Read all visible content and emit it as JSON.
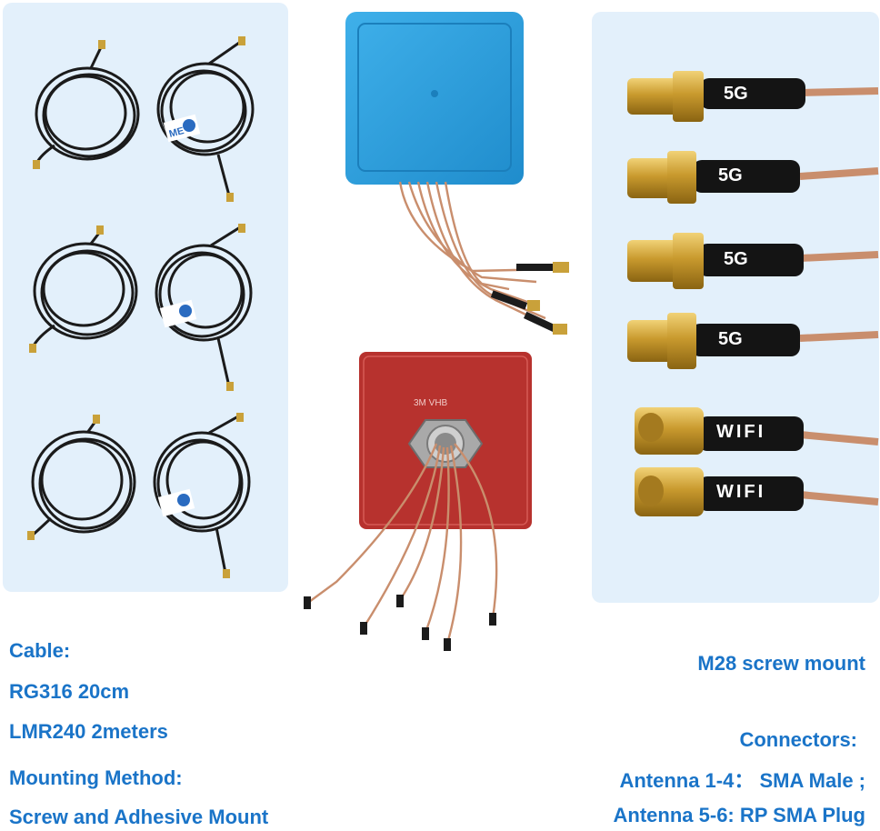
{
  "left_labels": {
    "cable_heading": "Cable:",
    "cable_rg316": "RG316 20cm",
    "cable_lmr240": "LMR240 2meters",
    "mounting_heading": "Mounting Method:",
    "mounting_value": "Screw and Adhesive Mount"
  },
  "right_labels": {
    "screw_mount": "M28 screw mount",
    "connectors_heading": "Connectors:",
    "connectors_1_4": "Antenna 1-4： SMA Male ;",
    "connectors_5_6": "Antenna 5-6: RP SMA Plug"
  },
  "connector_markings": [
    "5G",
    "5G",
    "5G",
    "5G",
    "WIFI",
    "WIFI"
  ],
  "cable_tag_text": "ME",
  "adhesive_pad_text": "3M VHB",
  "colors": {
    "label_blue": "#1a74c8",
    "panel_bg": "#e3f0fb",
    "antenna_blue": "#2f9fdc",
    "adhesive_red": "#b7322e",
    "copper_cable": "#c98e6d",
    "gold_connector": "#c9a13a"
  }
}
